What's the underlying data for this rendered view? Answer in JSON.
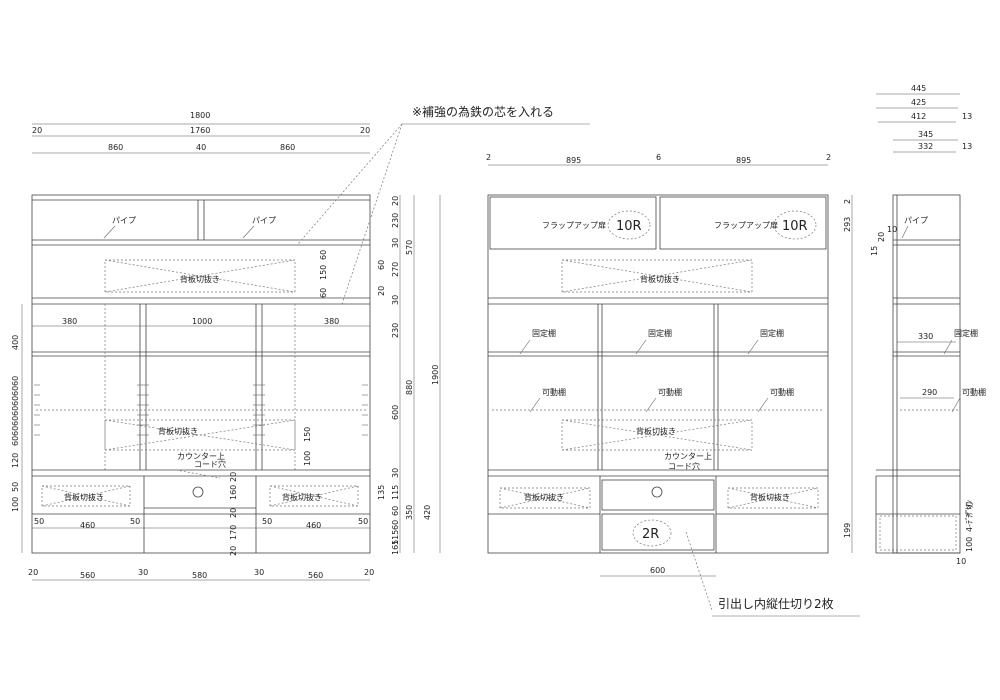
{
  "notes": {
    "steel_core": "※補強の為鉄の芯を入れる",
    "drawer_divider": "引出し内縦仕切り2枚"
  },
  "labels": {
    "pipe": "パイプ",
    "backboard_cutout": "背板切抜き",
    "counter_cord_hole_1": "カウンター上",
    "counter_cord_hole_2": "コード穴",
    "flap_door": "フラップアップ扉",
    "fixed_shelf": "固定棚",
    "movable_shelf": "可動棚",
    "radius_10r": "10R",
    "radius_2r": "2R",
    "finger_cut": "4-ﾃﾞｻﾞｲﾝ",
    "sub_finger": "ﾃﾞ切"
  },
  "dims_front": {
    "overall": "1800",
    "top_row": [
      "20",
      "1760",
      "20"
    ],
    "third_row": [
      "860",
      "40",
      "860"
    ],
    "mid_row": [
      "380",
      "1000",
      "380"
    ],
    "lower_row": [
      "50",
      "460",
      "50",
      "50",
      "460",
      "50"
    ],
    "bottom_row": [
      "20",
      "560",
      "30",
      "580",
      "30",
      "560",
      "20"
    ],
    "right_inner": [
      "20",
      "230",
      "30",
      "270",
      "30",
      "230",
      "600",
      "30",
      "115",
      "60",
      "60",
      "115",
      "30"
    ],
    "right_inner2": [
      "570",
      "880",
      "350"
    ],
    "right_outer": [
      "1900",
      "420",
      "135",
      "165"
    ],
    "pane_small": [
      "60",
      "150",
      "60",
      "60",
      "20"
    ],
    "left_stack": [
      "400",
      "60",
      "60",
      "60",
      "60",
      "60",
      "60",
      "60",
      "120",
      "50",
      "100"
    ],
    "center_small": [
      "100",
      "150",
      "20",
      "160",
      "20",
      "170",
      "20"
    ]
  },
  "dims_back": {
    "top": [
      "2",
      "895",
      "6",
      "895",
      "2"
    ],
    "right": [
      "2",
      "293",
      "199"
    ],
    "drawer": "600"
  },
  "dims_side": {
    "widths": [
      "445",
      "425",
      "412",
      "13",
      "345",
      "332",
      "13"
    ],
    "labels": [
      "10",
      "20",
      "15",
      "330",
      "290",
      "100",
      "10"
    ]
  }
}
